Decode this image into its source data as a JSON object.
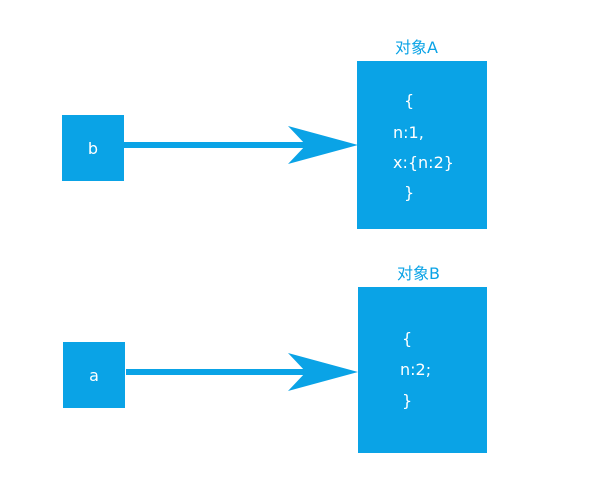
{
  "colors": {
    "primary": "#0aa3e6",
    "text_on_primary": "#ffffff",
    "background": "#ffffff"
  },
  "objects": [
    {
      "variable": "b",
      "title": "对象A",
      "lines": [
        "{",
        "n:1,",
        "x:{n:2}",
        "}"
      ]
    },
    {
      "variable": "a",
      "title": "对象B",
      "lines": [
        "{",
        "n:2;",
        "}"
      ]
    }
  ]
}
